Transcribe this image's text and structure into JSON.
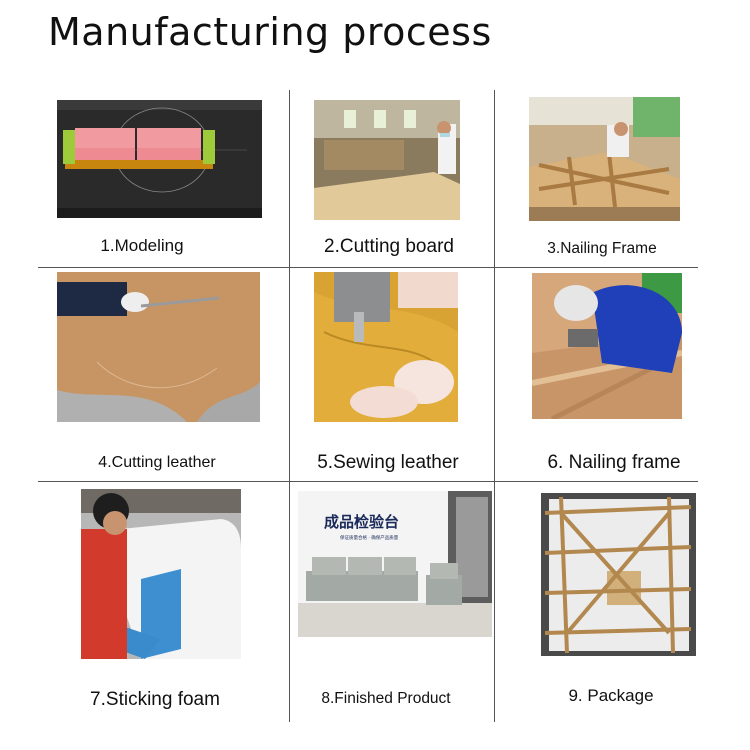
{
  "page": {
    "title": "Manufacturing process"
  },
  "steps": [
    {
      "label": "1.Modeling"
    },
    {
      "label": "2.Cutting board"
    },
    {
      "label": "3.Nailing Frame"
    },
    {
      "label": "4.Cutting leather"
    },
    {
      "label": "5.Sewing leather"
    },
    {
      "label": "6. Nailing frame"
    },
    {
      "label": "7.Sticking foam"
    },
    {
      "label": "8.Finished Product"
    },
    {
      "label": "9. Package"
    }
  ],
  "photo_text": {
    "showroom_sign": "成品检验台",
    "showroom_sub": "保证质量合格 · 确保产品质量"
  }
}
